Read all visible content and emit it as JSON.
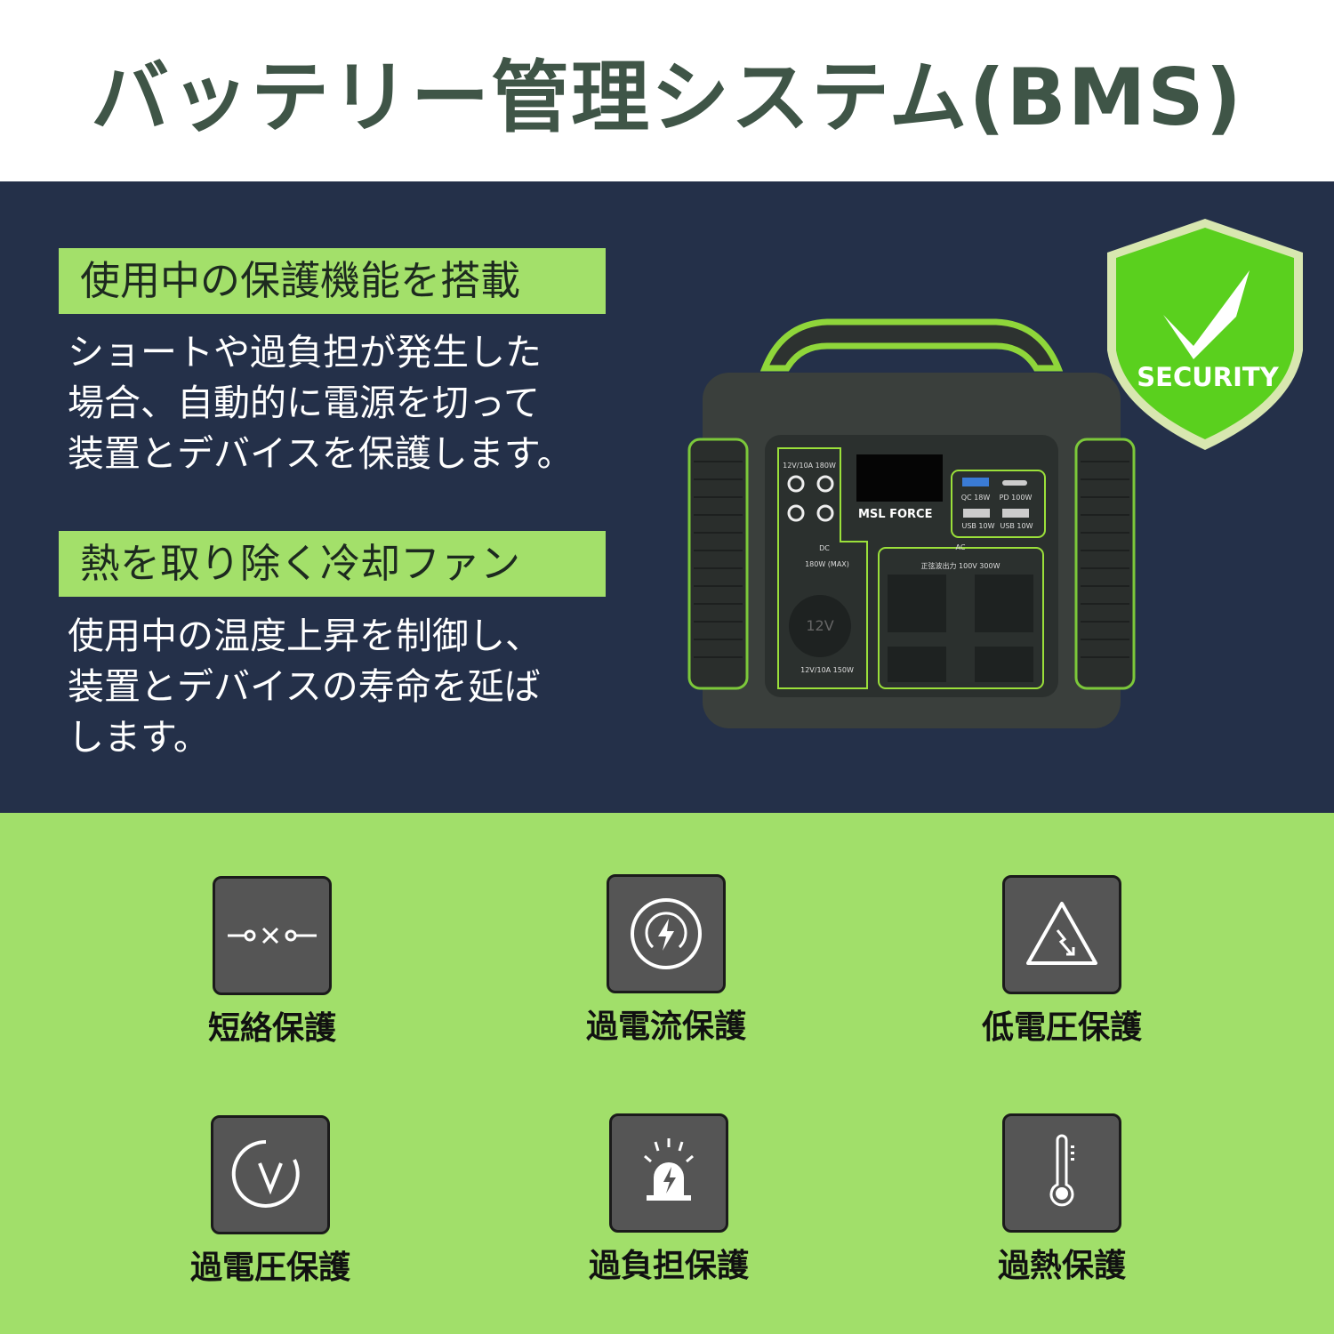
{
  "header": {
    "title": "バッテリー管理システム(BMS)"
  },
  "sections": [
    {
      "heading": "使用中の保護機能を搭載",
      "lines": [
        "ショートや過負担が発生した",
        "場合、自動的に電源を切って",
        "装置とデバイスを保護します。"
      ]
    },
    {
      "heading": "熱を取り除く冷却ファン",
      "lines": [
        "使用中の温度上昇を制御し、",
        "装置とデバイスの寿命を延ば",
        "します。"
      ]
    }
  ],
  "shield": {
    "label": "SECURITY",
    "icon": "checkmark-icon"
  },
  "product": {
    "brand": "MSL FORCE",
    "labels": {
      "dc_top": "12V/10A 180W",
      "dc": "DC",
      "dc_max": "180W (MAX)",
      "car": "12V",
      "car_rating": "12V/10A 150W",
      "ac": "AC",
      "ac_rating": "正弦波出力 100V 300W",
      "qc": "QC 18W",
      "pd": "PD 100W",
      "usb1": "USB 10W",
      "usb2": "USB 10W"
    }
  },
  "features": [
    {
      "label": "短絡保護",
      "icon": "short-circuit-icon"
    },
    {
      "label": "過電流保護",
      "icon": "overcurrent-icon"
    },
    {
      "label": "低電圧保護",
      "icon": "low-voltage-icon"
    },
    {
      "label": "過電圧保護",
      "icon": "overvoltage-icon"
    },
    {
      "label": "過負担保護",
      "icon": "overload-alarm-icon"
    },
    {
      "label": "過熱保護",
      "icon": "thermometer-icon"
    }
  ],
  "colors": {
    "title": "#3f5547",
    "navy": "#243049",
    "accent_green": "#a3e06a",
    "icon_box": "#555555"
  }
}
